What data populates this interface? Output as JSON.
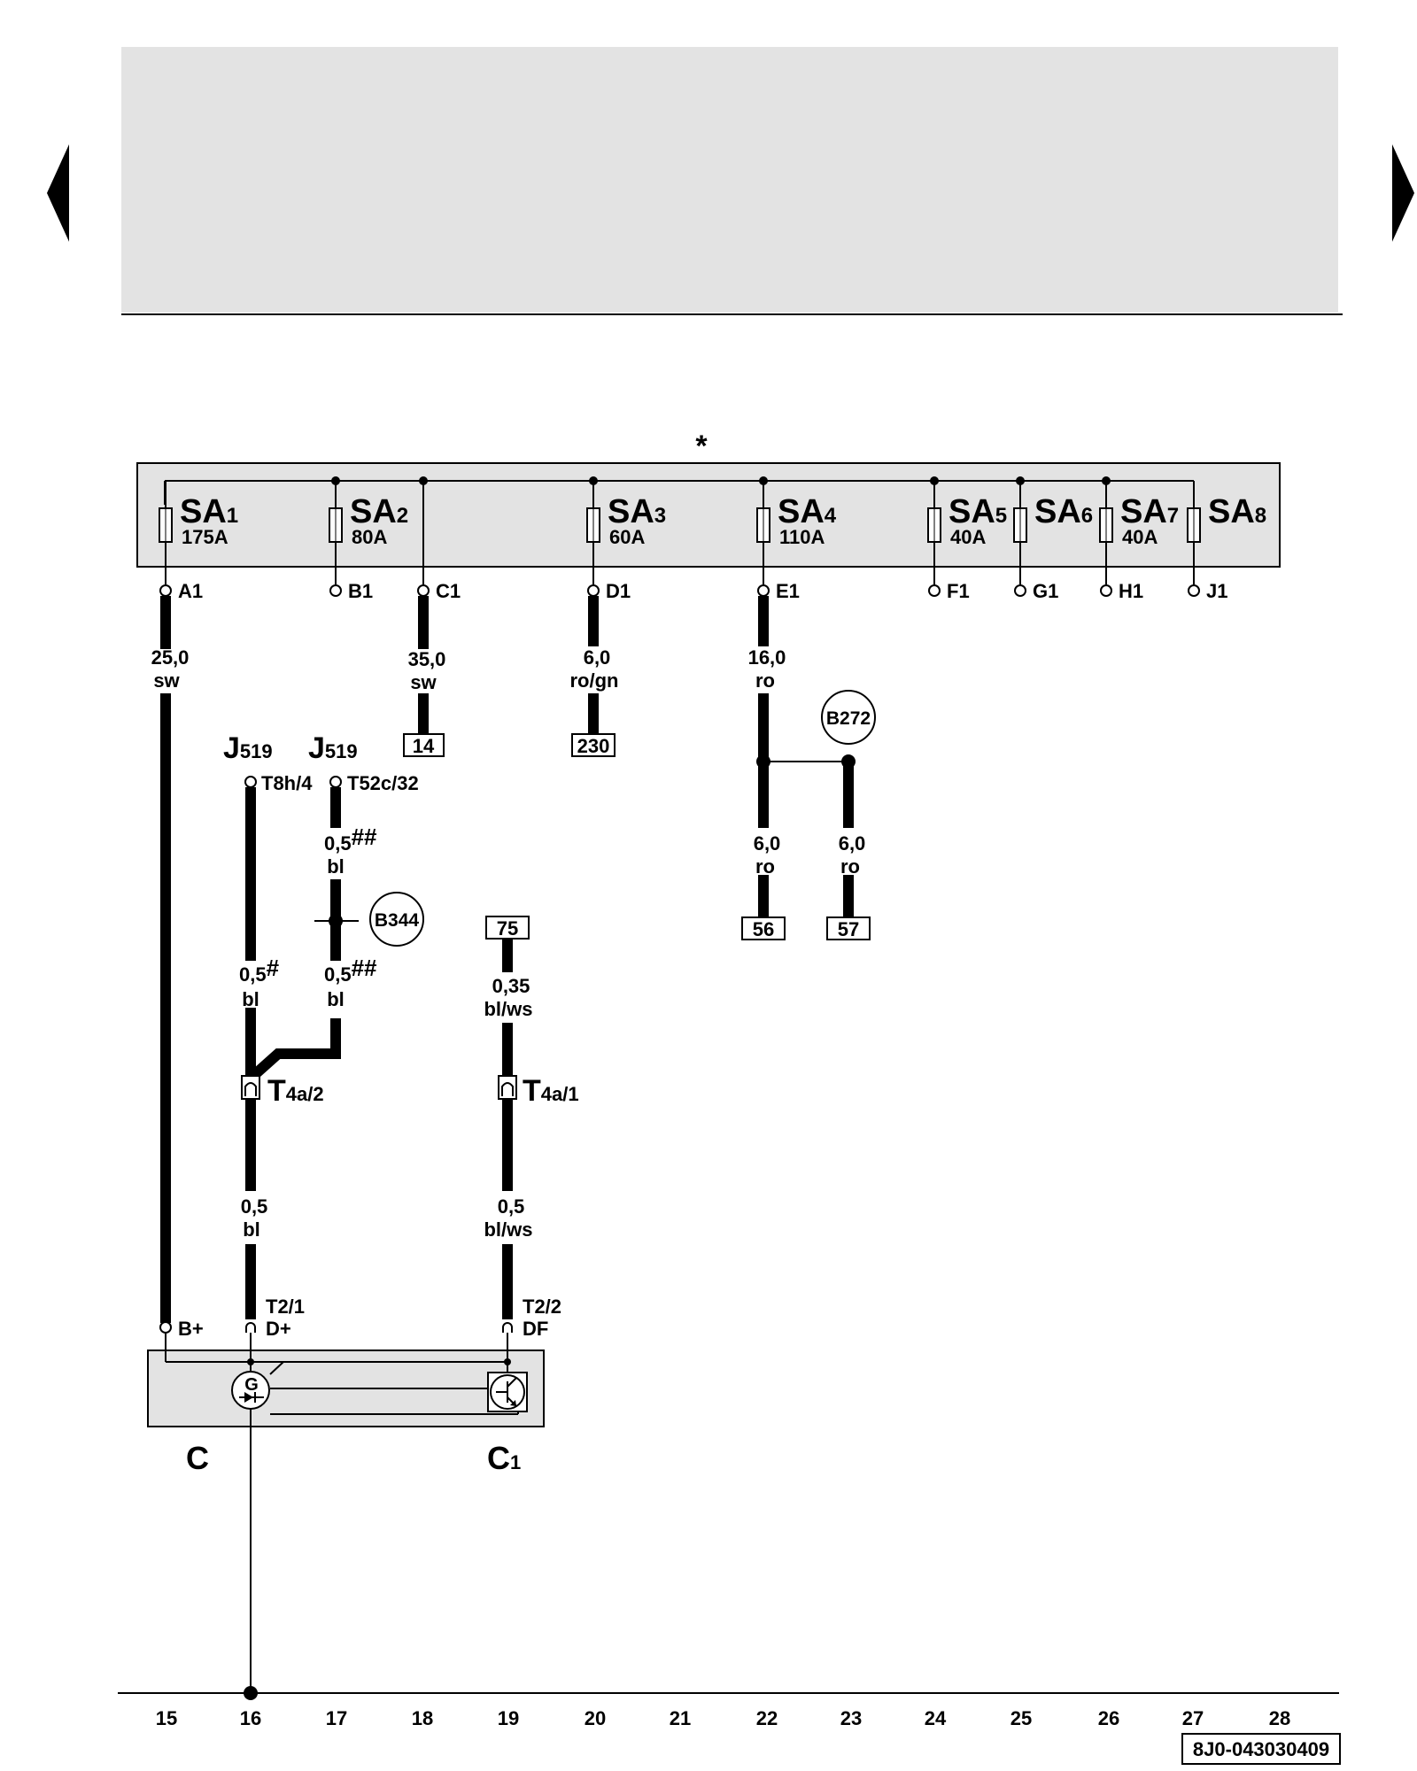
{
  "header": {
    "asterisk": "*"
  },
  "fuse_box": {
    "fuses": [
      {
        "id": "SA1",
        "letters": "SA",
        "sub": "1",
        "rating": "175A",
        "terminal": "A1"
      },
      {
        "id": "SA2",
        "letters": "SA",
        "sub": "2",
        "rating": "80A",
        "terminal": "B1"
      },
      {
        "id": "SA3",
        "letters": "SA",
        "sub": "3",
        "rating": "60A",
        "terminal": "D1"
      },
      {
        "id": "SA4",
        "letters": "SA",
        "sub": "4",
        "rating": "110A",
        "terminal": "E1"
      },
      {
        "id": "SA5",
        "letters": "SA",
        "sub": "5",
        "rating": "40A",
        "terminal": "F1"
      },
      {
        "id": "SA6",
        "letters": "SA",
        "sub": "6",
        "rating": "",
        "terminal": "G1"
      },
      {
        "id": "SA7",
        "letters": "SA",
        "sub": "7",
        "rating": "40A",
        "terminal": "H1"
      },
      {
        "id": "SA8",
        "letters": "SA",
        "sub": "8",
        "rating": "",
        "terminal": "J1"
      }
    ],
    "extra_terminal": "C1"
  },
  "wires": {
    "a1": {
      "size": "25,0",
      "color": "sw"
    },
    "c1": {
      "size": "35,0",
      "color": "sw"
    },
    "d1": {
      "size": "6,0",
      "color": "ro/gn"
    },
    "e1": {
      "size": "16,0",
      "color": "ro"
    },
    "e1_left": {
      "size": "6,0",
      "color": "ro"
    },
    "e1_right": {
      "size": "6,0",
      "color": "ro"
    },
    "j519a": {
      "size": "0,5",
      "mark": "#",
      "color": "bl"
    },
    "j519b_top": {
      "size": "0,5",
      "mark": "##",
      "color": "bl"
    },
    "j519b_bot": {
      "size": "0,5",
      "mark": "##",
      "color": "bl"
    },
    "t75": {
      "size": "0,35",
      "color": "bl/ws"
    },
    "dplus": {
      "size": "0,5",
      "color": "bl"
    },
    "df": {
      "size": "0,5",
      "color": "bl/ws"
    }
  },
  "refs": {
    "r14": "14",
    "r230": "230",
    "r56": "56",
    "r57": "57",
    "r75": "75"
  },
  "grounds": {
    "b272": "B272",
    "b344": "B344"
  },
  "j519": {
    "letter": "J",
    "sub": "519",
    "pin_a": "T8h/4",
    "pin_b": "T52c/32"
  },
  "connectors": {
    "t4a2": {
      "letter": "T",
      "sub": "4a/2"
    },
    "t4a1": {
      "letter": "T",
      "sub": "4a/1"
    }
  },
  "alternator": {
    "bplus": "B+",
    "dplus_pin": "T2/1",
    "dplus_name": "D+",
    "df_pin": "T2/2",
    "df_name": "DF",
    "gen_symbol": "G",
    "label_c": "C",
    "label_c1_letter": "C",
    "label_c1_sub": "1"
  },
  "tracks": [
    "15",
    "16",
    "17",
    "18",
    "19",
    "20",
    "21",
    "22",
    "23",
    "24",
    "25",
    "26",
    "27",
    "28"
  ],
  "doc_number": "8J0-043030409"
}
